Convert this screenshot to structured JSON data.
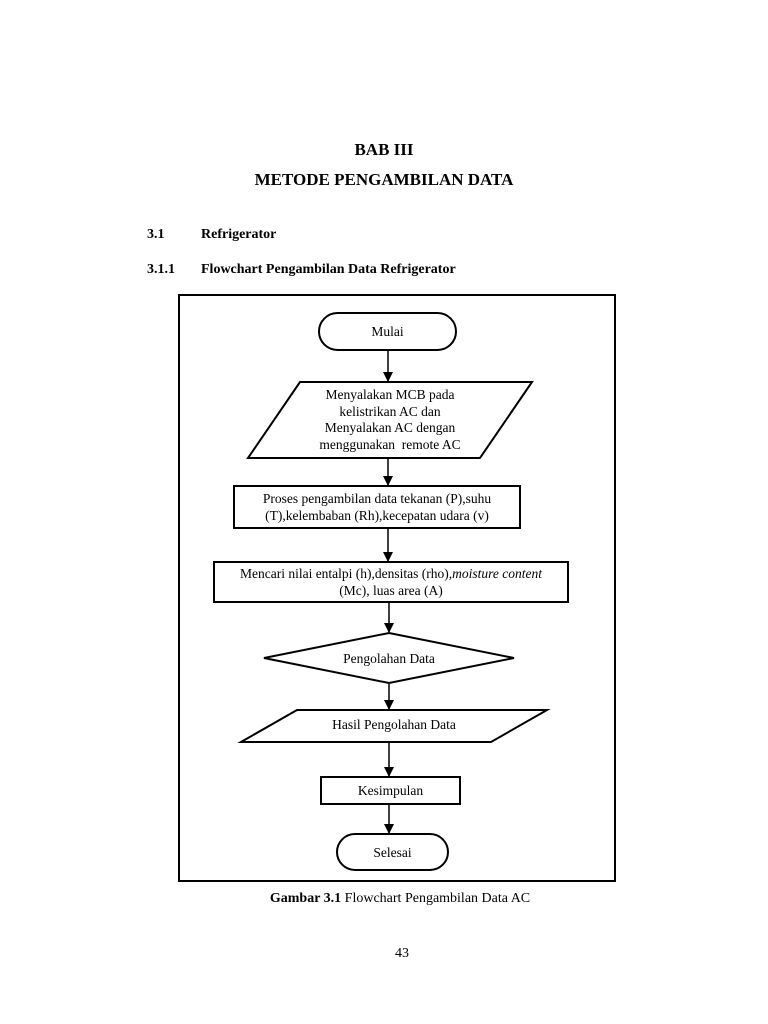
{
  "chapter": {
    "number": "BAB III",
    "title": "METODE PENGAMBILAN DATA"
  },
  "sections": [
    {
      "number": "3.1",
      "title": "Refrigerator"
    },
    {
      "number": "3.1.1",
      "title": "Flowchart Pengambilan Data Refrigerator"
    }
  ],
  "flowchart": {
    "start": "Mulai",
    "input_lines": [
      "Menyalakan MCB pada",
      "kelistrikan AC dan",
      "Menyalakan AC dengan",
      "menggunakan  remote AC"
    ],
    "process1_lines": [
      "Proses pengambilan data tekanan (P),suhu",
      "(T),kelembaban (Rh),kecepatan udara (v)"
    ],
    "process2_line1": "Mencari nilai entalpi (h),densitas (rho),",
    "process2_italic": "moisture content",
    "process2_line2": "(Mc), luas area (A)",
    "decision": "Pengolahan Data",
    "output": "Hasil Pengolahan Data",
    "conclusion": "Kesimpulan",
    "end": "Selesai"
  },
  "caption": {
    "label": "Gambar 3.1",
    "text": " Flowchart Pengambilan Data AC"
  },
  "page_number": "43"
}
